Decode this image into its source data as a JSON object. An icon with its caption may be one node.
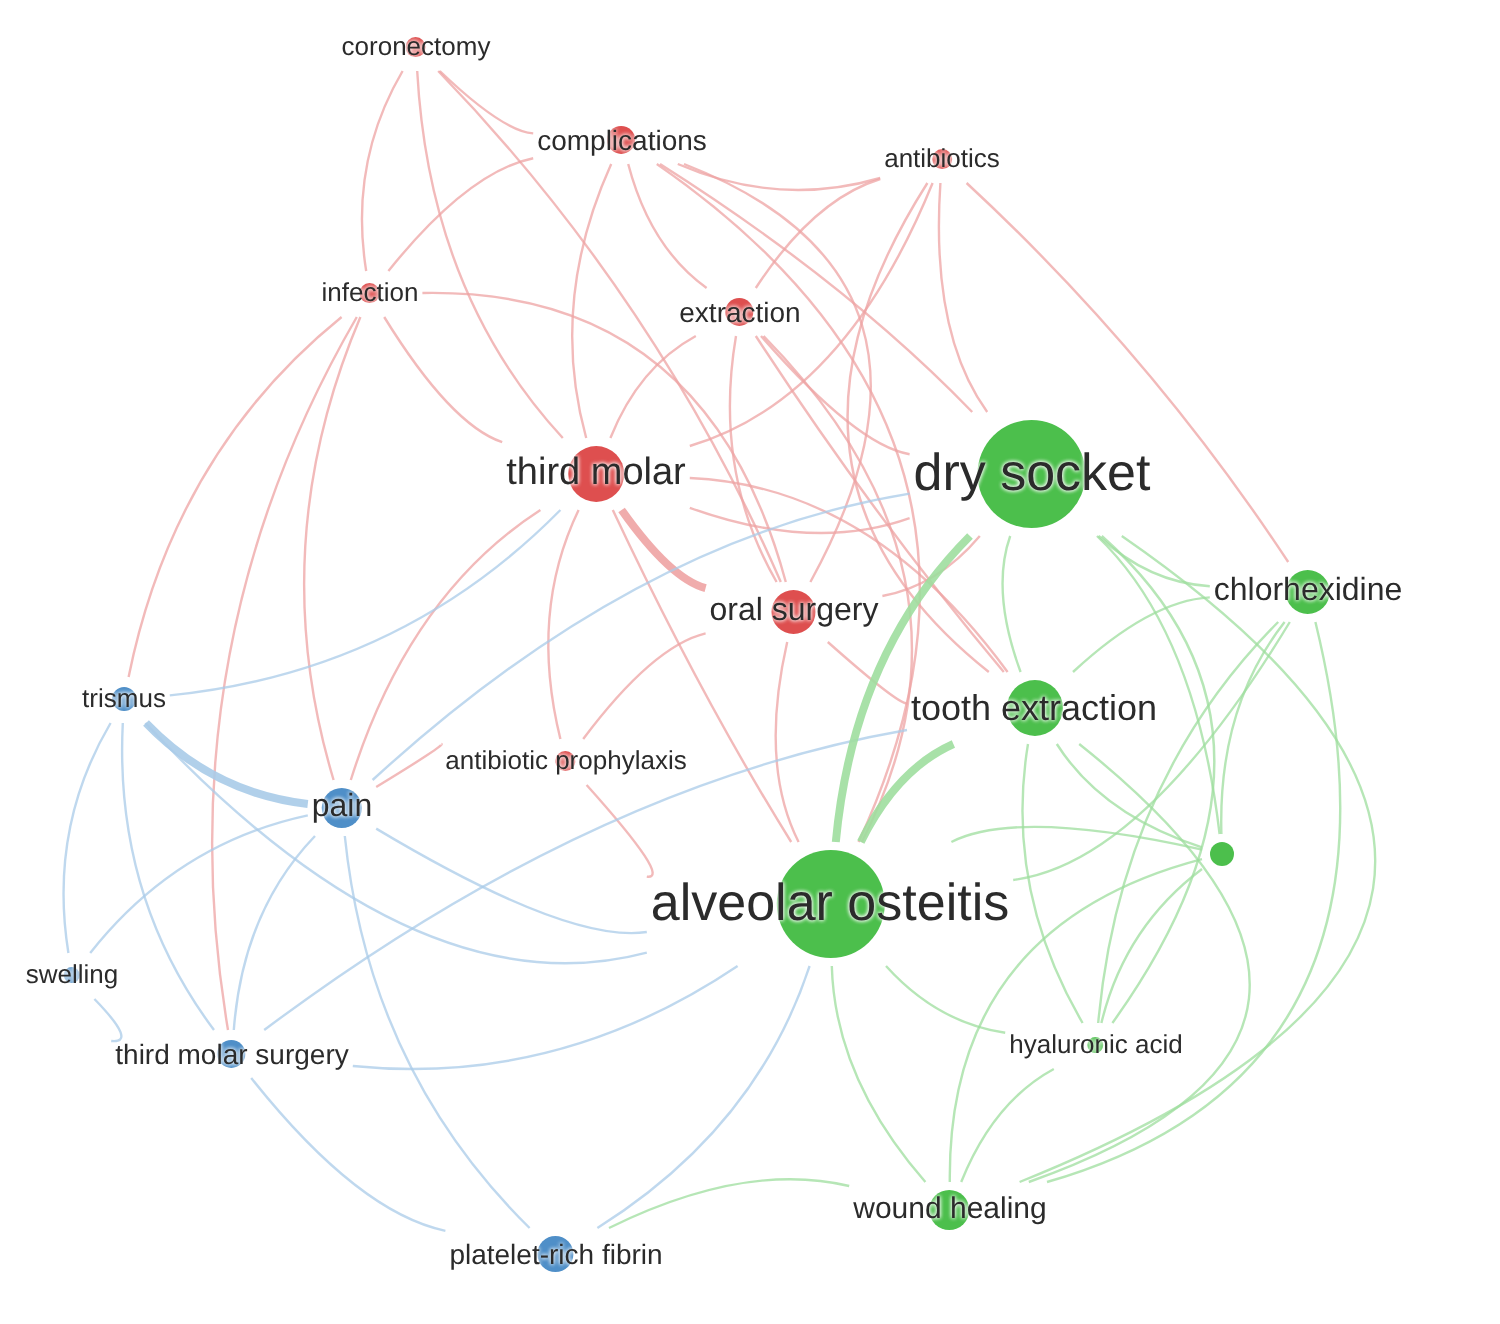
{
  "diagram": {
    "nodes": [
      {
        "text": [
          "coronectomy"
        ]
      },
      {
        "text": [
          "complications"
        ]
      },
      {
        "text": [
          "antibiotics"
        ]
      },
      {
        "text": [
          "infection"
        ]
      },
      {
        "text": [
          "extraction"
        ]
      },
      {
        "text": [
          "third molar"
        ]
      },
      {
        "text": [
          "dry socket"
        ]
      },
      {
        "text": [
          "chlorhexidine"
        ]
      },
      {
        "text": [
          "oral surgery"
        ]
      },
      {
        "text": [
          "trismus"
        ]
      },
      {
        "text": [
          "tooth extraction"
        ]
      },
      {
        "text": [
          "antibiotic prophylaxis"
        ]
      },
      {
        "text": [
          "pain"
        ]
      },
      {
        "text": [],
        "shape": "circle"
      },
      {
        "text": [
          "alveolar osteitis"
        ]
      },
      {
        "text": [
          "swelling"
        ]
      },
      {
        "text": [
          "third molar surgery"
        ]
      },
      {
        "text": [
          "hyaluronic acid"
        ]
      },
      {
        "text": [
          "wound healing"
        ]
      },
      {
        "text": [
          "platelet-rich fibrin"
        ]
      }
    ],
    "edges": [
      {
        "from": 0,
        "to": 1,
        "arrow": "none",
        "color": "#eea3a3"
      },
      {
        "from": 0,
        "to": 3,
        "arrow": "none",
        "color": "#eea3a3"
      },
      {
        "from": 0,
        "to": 5,
        "arrow": "none",
        "color": "#eea3a3"
      },
      {
        "from": 0,
        "to": 8,
        "arrow": "none",
        "color": "#eea3a3"
      },
      {
        "from": 1,
        "to": 2,
        "arrow": "none",
        "color": "#eea3a3"
      },
      {
        "from": 1,
        "to": 3,
        "arrow": "none",
        "color": "#eea3a3"
      },
      {
        "from": 1,
        "to": 4,
        "arrow": "none",
        "color": "#eea3a3"
      },
      {
        "from": 1,
        "to": 5,
        "arrow": "none",
        "color": "#eea3a3"
      },
      {
        "from": 1,
        "to": 8,
        "arrow": "none",
        "color": "#eea3a3"
      },
      {
        "from": 1,
        "to": 6,
        "arrow": "none",
        "color": "#eea3a3"
      },
      {
        "from": 1,
        "to": 14,
        "arrow": "none",
        "color": "#eea3a3"
      },
      {
        "from": 2,
        "to": 4,
        "arrow": "none",
        "color": "#eea3a3"
      },
      {
        "from": 2,
        "to": 5,
        "arrow": "none",
        "color": "#eea3a3"
      },
      {
        "from": 2,
        "to": 6,
        "arrow": "none",
        "color": "#eea3a3"
      },
      {
        "from": 2,
        "to": 10,
        "arrow": "none",
        "color": "#eea3a3"
      },
      {
        "from": 2,
        "to": 7,
        "arrow": "none",
        "color": "#eea3a3"
      },
      {
        "from": 3,
        "to": 5,
        "arrow": "none",
        "color": "#eea3a3"
      },
      {
        "from": 3,
        "to": 8,
        "arrow": "none",
        "color": "#eea3a3"
      },
      {
        "from": 3,
        "to": 9,
        "arrow": "none",
        "color": "#eea3a3"
      },
      {
        "from": 3,
        "to": 12,
        "arrow": "none",
        "color": "#eea3a3"
      },
      {
        "from": 3,
        "to": 16,
        "arrow": "none",
        "color": "#eea3a3"
      },
      {
        "from": 4,
        "to": 5,
        "arrow": "none",
        "color": "#eea3a3"
      },
      {
        "from": 4,
        "to": 6,
        "arrow": "none",
        "color": "#eea3a3"
      },
      {
        "from": 4,
        "to": 8,
        "arrow": "none",
        "color": "#eea3a3"
      },
      {
        "from": 4,
        "to": 14,
        "arrow": "none",
        "color": "#eea3a3"
      },
      {
        "from": 4,
        "to": 10,
        "arrow": "none",
        "color": "#eea3a3"
      },
      {
        "from": 5,
        "to": 8,
        "arrow": "none",
        "color": "#eea3a3",
        "style": "thick"
      },
      {
        "from": 5,
        "to": 6,
        "arrow": "none",
        "color": "#eea3a3"
      },
      {
        "from": 5,
        "to": 14,
        "arrow": "none",
        "color": "#eea3a3"
      },
      {
        "from": 5,
        "to": 11,
        "arrow": "none",
        "color": "#eea3a3"
      },
      {
        "from": 5,
        "to": 10,
        "arrow": "none",
        "color": "#eea3a3"
      },
      {
        "from": 5,
        "to": 12,
        "arrow": "none",
        "color": "#eea3a3"
      },
      {
        "from": 8,
        "to": 14,
        "arrow": "none",
        "color": "#eea3a3"
      },
      {
        "from": 8,
        "to": 6,
        "arrow": "none",
        "color": "#eea3a3"
      },
      {
        "from": 8,
        "to": 10,
        "arrow": "none",
        "color": "#eea3a3"
      },
      {
        "from": 8,
        "to": 11,
        "arrow": "none",
        "color": "#eea3a3"
      },
      {
        "from": 11,
        "to": 14,
        "arrow": "none",
        "color": "#eea3a3"
      },
      {
        "from": 11,
        "to": 12,
        "arrow": "none",
        "color": "#eea3a3"
      },
      {
        "from": 9,
        "to": 12,
        "arrow": "none",
        "color": "#a9cbe8",
        "style": "thick"
      },
      {
        "from": 9,
        "to": 16,
        "arrow": "none",
        "color": "#a9cbe8"
      },
      {
        "from": 9,
        "to": 15,
        "arrow": "none",
        "color": "#a9cbe8"
      },
      {
        "from": 9,
        "to": 5,
        "arrow": "none",
        "color": "#a9cbe8"
      },
      {
        "from": 9,
        "to": 14,
        "arrow": "none",
        "color": "#a9cbe8"
      },
      {
        "from": 12,
        "to": 16,
        "arrow": "none",
        "color": "#a9cbe8"
      },
      {
        "from": 12,
        "to": 15,
        "arrow": "none",
        "color": "#a9cbe8"
      },
      {
        "from": 12,
        "to": 19,
        "arrow": "none",
        "color": "#a9cbe8"
      },
      {
        "from": 12,
        "to": 14,
        "arrow": "none",
        "color": "#a9cbe8"
      },
      {
        "from": 12,
        "to": 6,
        "arrow": "none",
        "color": "#a9cbe8"
      },
      {
        "from": 15,
        "to": 16,
        "arrow": "none",
        "color": "#a9cbe8"
      },
      {
        "from": 16,
        "to": 19,
        "arrow": "none",
        "color": "#a9cbe8"
      },
      {
        "from": 16,
        "to": 14,
        "arrow": "none",
        "color": "#a9cbe8"
      },
      {
        "from": 19,
        "to": 14,
        "arrow": "none",
        "color": "#a9cbe8"
      },
      {
        "from": 16,
        "to": 10,
        "arrow": "none",
        "color": "#a9cbe8"
      },
      {
        "from": 6,
        "to": 14,
        "arrow": "none",
        "style": "thick"
      },
      {
        "from": 6,
        "to": 10,
        "arrow": "none"
      },
      {
        "from": 6,
        "to": 7,
        "arrow": "none"
      },
      {
        "from": 6,
        "to": 13,
        "arrow": "none"
      },
      {
        "from": 6,
        "to": 17,
        "arrow": "none"
      },
      {
        "from": 6,
        "to": 18,
        "arrow": "none"
      },
      {
        "from": 7,
        "to": 10,
        "arrow": "none"
      },
      {
        "from": 7,
        "to": 14,
        "arrow": "none"
      },
      {
        "from": 7,
        "to": 13,
        "arrow": "none"
      },
      {
        "from": 7,
        "to": 17,
        "arrow": "none"
      },
      {
        "from": 10,
        "to": 14,
        "arrow": "none",
        "style": "thick"
      },
      {
        "from": 10,
        "to": 13,
        "arrow": "none"
      },
      {
        "from": 10,
        "to": 18,
        "arrow": "none"
      },
      {
        "from": 10,
        "to": 17,
        "arrow": "none"
      },
      {
        "from": 13,
        "to": 14,
        "arrow": "none"
      },
      {
        "from": 13,
        "to": 17,
        "arrow": "none"
      },
      {
        "from": 14,
        "to": 17,
        "arrow": "none"
      },
      {
        "from": 14,
        "to": 18,
        "arrow": "none"
      },
      {
        "from": 17,
        "to": 18,
        "arrow": "none"
      },
      {
        "from": 18,
        "to": 19,
        "arrow": "none"
      },
      {
        "from": 13,
        "to": 18,
        "arrow": "none"
      },
      {
        "from": 7,
        "to": 18,
        "arrow": "none"
      }
    ]
  }
}
